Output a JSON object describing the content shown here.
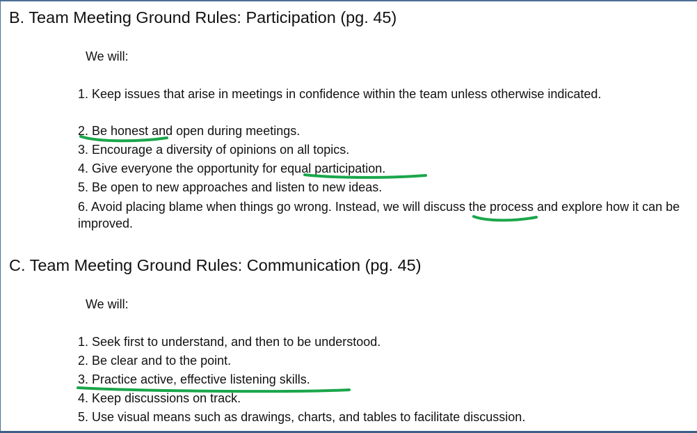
{
  "section_b": {
    "heading": "B. Team Meeting Ground Rules: Participation (pg. 45)",
    "intro": "We will:",
    "items": [
      "1. Keep issues that arise in meetings in confidence within the team unless otherwise indicated.",
      "2. Be honest and open during meetings.",
      "3. Encourage a diversity of opinions on all topics.",
      "4. Give everyone the opportunity for equal participation.",
      "5. Be open to new approaches and listen to new ideas.",
      "6. Avoid placing blame when things go wrong.  Instead, we will discuss the process and explore how it can be improved."
    ]
  },
  "section_c": {
    "heading": "C. Team Meeting Ground Rules: Communication (pg. 45)",
    "intro": "We will:",
    "items": [
      "1. Seek first to understand, and then to be understood.",
      "2. Be clear and to the point.",
      "3. Practice active, effective listening skills.",
      "4. Keep discussions on track.",
      "5. Use visual means such as drawings, charts, and tables to facilitate discussion."
    ]
  },
  "colors": {
    "annotation": "#1aa64b",
    "frame": "#4a6f95"
  }
}
